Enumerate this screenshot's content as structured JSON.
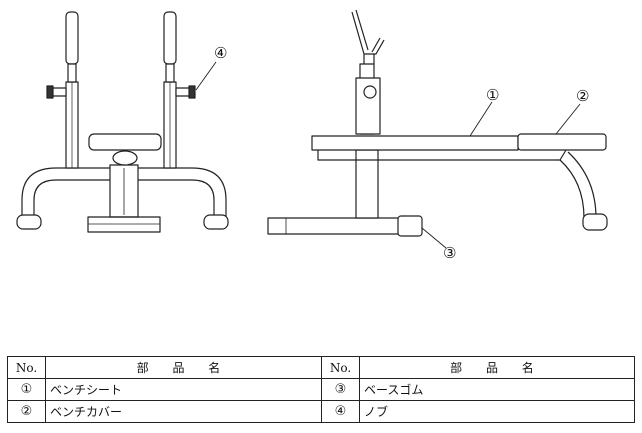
{
  "callouts": [
    {
      "id": "callout-1",
      "label": "①"
    },
    {
      "id": "callout-2",
      "label": "②"
    },
    {
      "id": "callout-3",
      "label": "③"
    },
    {
      "id": "callout-4",
      "label": "④"
    }
  ],
  "table": {
    "header": {
      "no_left": "No.",
      "name_left": "部 品 名",
      "no_right": "No.",
      "name_right": "部 品 名"
    },
    "rows": [
      {
        "no_left": "①",
        "name_left": "ベンチシート",
        "no_right": "③",
        "name_right": "ベースゴム"
      },
      {
        "no_left": "②",
        "name_left": "ベンチカバー",
        "no_right": "④",
        "name_right": "ノブ"
      }
    ]
  }
}
